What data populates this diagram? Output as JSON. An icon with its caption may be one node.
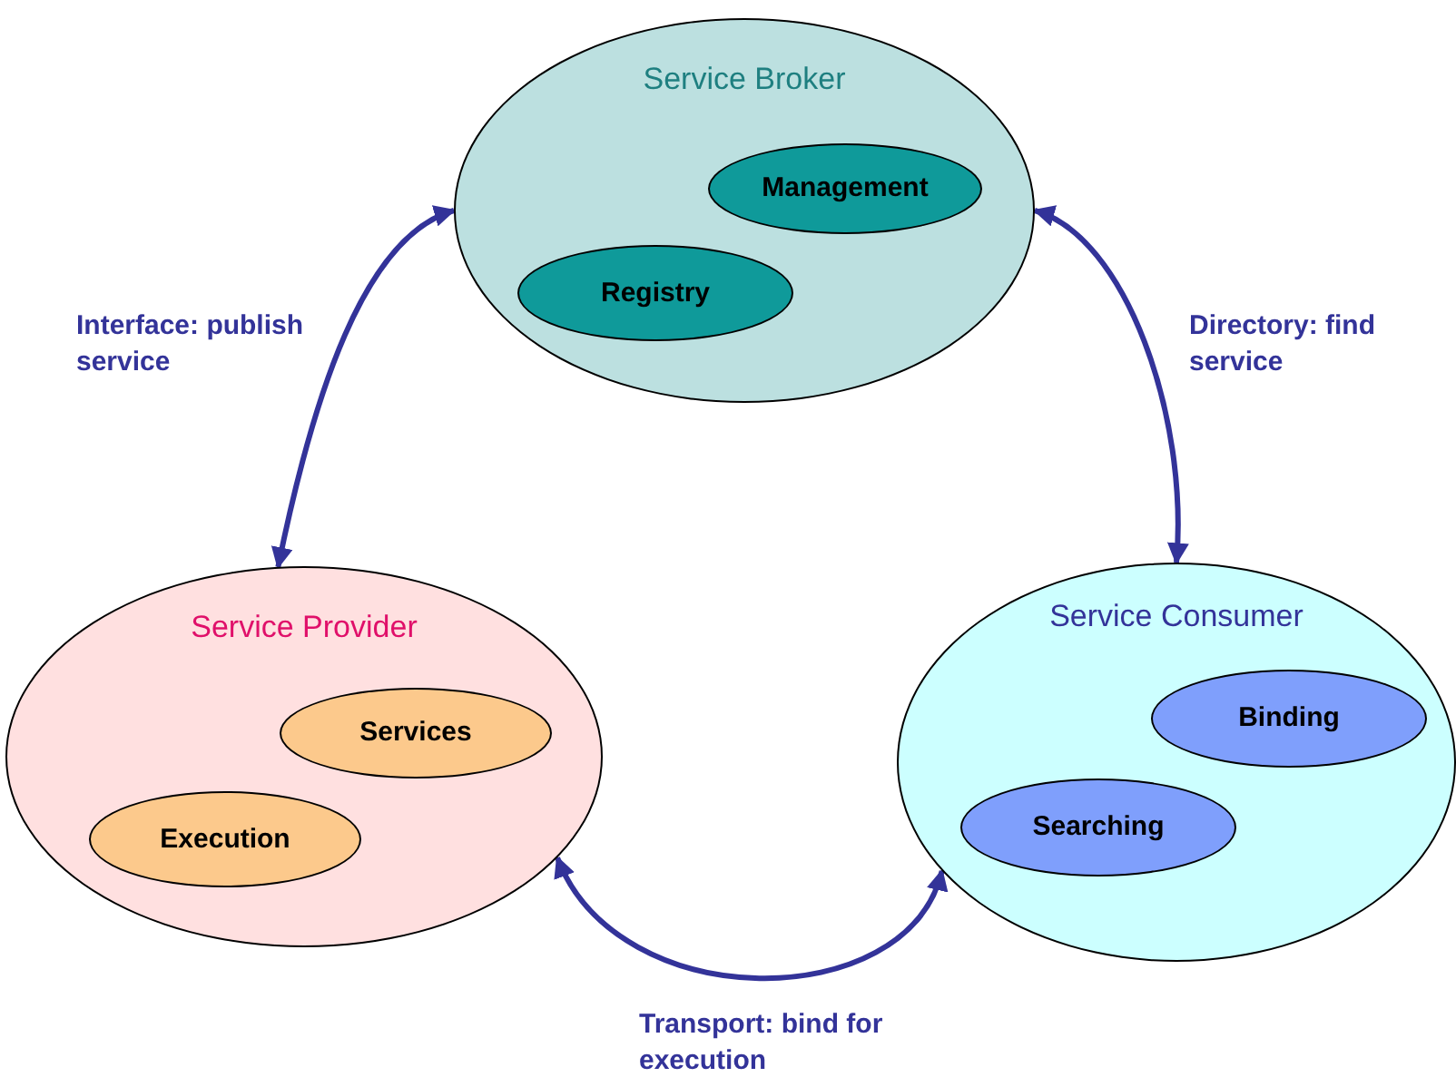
{
  "diagram": {
    "nodes": [
      {
        "text": [
          "Service Broker"
        ]
      },
      {
        "text": [
          "Management"
        ],
        "in": 0
      },
      {
        "text": [
          "Registry"
        ],
        "in": 0
      },
      {
        "text": [
          "Service Provider"
        ]
      },
      {
        "text": [
          "Services"
        ],
        "in": 3
      },
      {
        "text": [
          "Execution"
        ],
        "in": 3
      },
      {
        "text": [
          "Service Consumer"
        ]
      },
      {
        "text": [
          "Binding"
        ],
        "in": 6
      },
      {
        "text": [
          "Searching"
        ],
        "in": 6
      }
    ],
    "edges": [
      {
        "from": 0,
        "to": 3,
        "arrow": "both",
        "label": "Interface: publish service"
      },
      {
        "from": 0,
        "to": 6,
        "arrow": "both",
        "label": "Directory: find service"
      },
      {
        "from": 3,
        "to": 6,
        "arrow": "both",
        "label": "Transport: bind for execution"
      }
    ]
  }
}
